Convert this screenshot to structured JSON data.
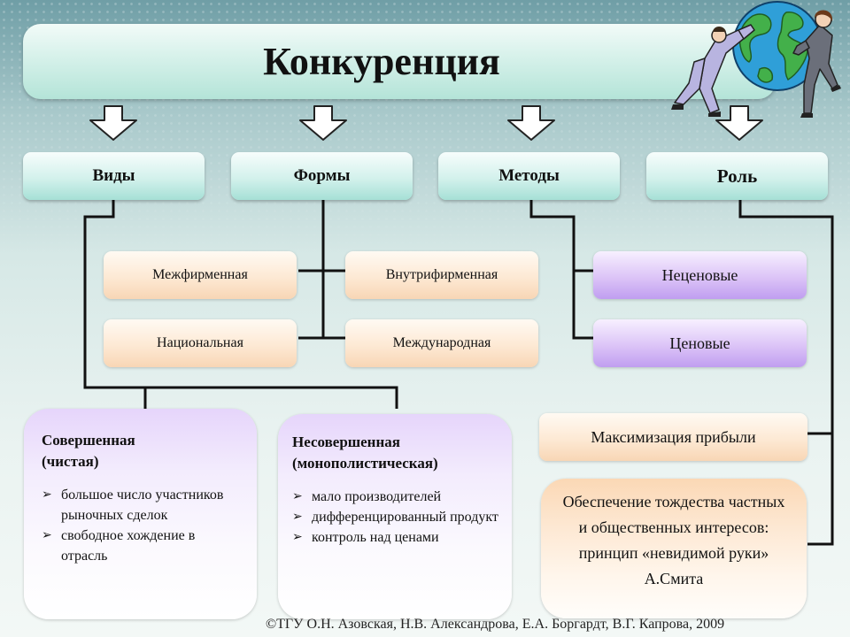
{
  "title": "Конкуренция",
  "categories": {
    "vidy": "Виды",
    "formy": "Формы",
    "metody": "Методы",
    "rol": "Роль"
  },
  "forms": {
    "mezhfirm": "Межфирменная",
    "vnutrifirm": "Внутрифирменная",
    "natsional": "Национальная",
    "mezhdunar": "Международная"
  },
  "methods": {
    "netsenovye": "Неценовые",
    "tsenovye": "Ценовые"
  },
  "types": {
    "perfect": {
      "heading_line1": "Совершенная",
      "heading_line2": "(чистая)",
      "items": [
        "большое число участников рыночных сделок",
        "свободное хождение в отрасль"
      ]
    },
    "imperfect": {
      "heading_line1": "Несовершенная",
      "heading_line2": "(монополистическая)",
      "items": [
        "мало производителей",
        "дифференцированный продукт",
        "контроль над ценами"
      ]
    }
  },
  "role": {
    "max_profit": "Максимизация прибыли",
    "identity": "Обеспечение тождества частных и общественных интересов: принцип «невидимой руки» А.Смита"
  },
  "footer": "©ТГУ    О.Н. Азовская, Н.В. Александрова, Е.А. Боргардт, В.Г. Капрова, 2009",
  "colors": {
    "category_fill": "#d3f1ec",
    "peach_fill": "#fde9d4",
    "lilac_fill": "#dcc4f7",
    "connector": "#111111"
  }
}
